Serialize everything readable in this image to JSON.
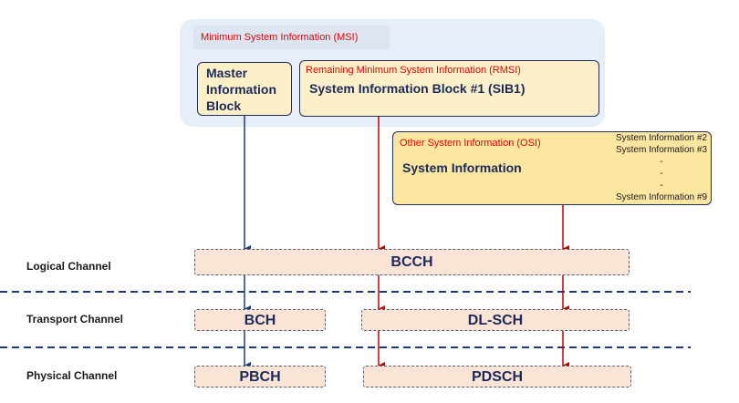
{
  "msi": {
    "label": "Minimum System Information (MSI)"
  },
  "mib": {
    "line1": "Master",
    "line2": "Information",
    "line3": "Block"
  },
  "rmsi": {
    "label": "Remaining Minimum System Information (RMSI)",
    "title": "System Information Block #1 (SIB1)"
  },
  "osi": {
    "label": "Other System Information (OSI)",
    "title": "System Information",
    "list": [
      "System Information #2",
      "System Information #3",
      "-",
      "-",
      "-",
      "System Information #9"
    ]
  },
  "rows": {
    "logical": "Logical Channel",
    "transport": "Transport Channel",
    "physical": "Physical Channel"
  },
  "channels": {
    "bcch": "BCCH",
    "bch": "BCH",
    "dlsch": "DL-SCH",
    "pbch": "PBCH",
    "pdsch": "PDSCH"
  },
  "colors": {
    "mib_path": "#1f3a7a",
    "sib_path": "#c00000"
  }
}
